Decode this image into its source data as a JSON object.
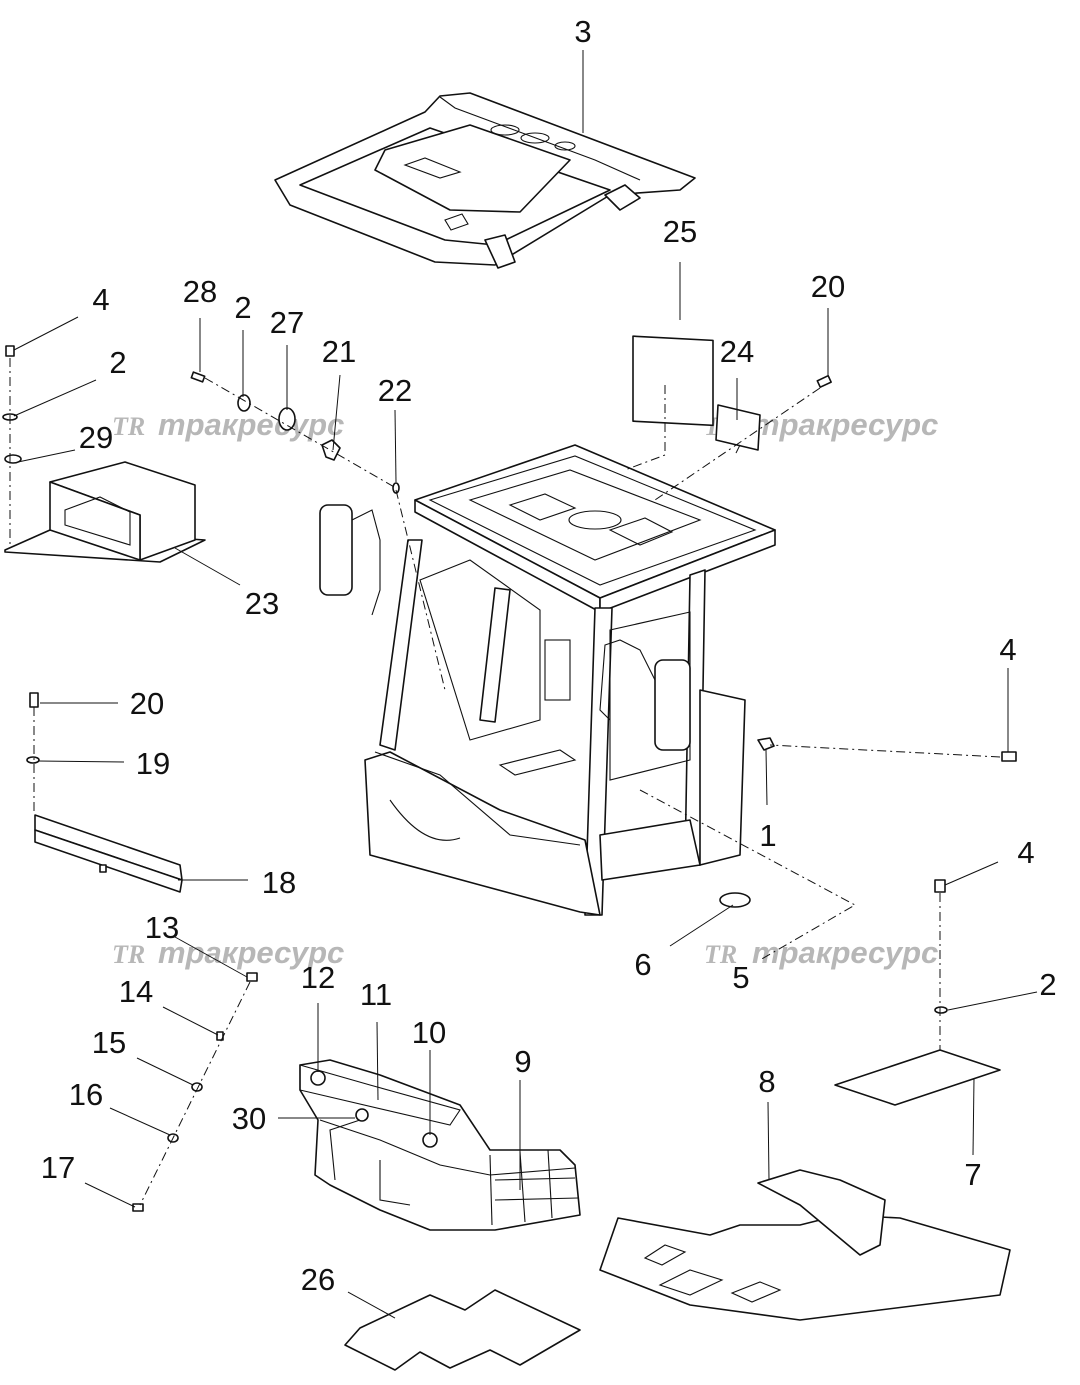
{
  "watermark": {
    "logo_text": "TR",
    "brand_text": "тракресурс",
    "color": "#b7b7b7"
  },
  "callouts": [
    {
      "id": "3",
      "text": "3"
    },
    {
      "id": "25",
      "text": "25"
    },
    {
      "id": "20a",
      "text": "20"
    },
    {
      "id": "24",
      "text": "24"
    },
    {
      "id": "4a",
      "text": "4"
    },
    {
      "id": "28",
      "text": "28"
    },
    {
      "id": "2a",
      "text": "2"
    },
    {
      "id": "27",
      "text": "27"
    },
    {
      "id": "21",
      "text": "21"
    },
    {
      "id": "2b",
      "text": "2"
    },
    {
      "id": "22",
      "text": "22"
    },
    {
      "id": "29",
      "text": "29"
    },
    {
      "id": "23",
      "text": "23"
    },
    {
      "id": "20b",
      "text": "20"
    },
    {
      "id": "19",
      "text": "19"
    },
    {
      "id": "4b",
      "text": "4"
    },
    {
      "id": "1",
      "text": "1"
    },
    {
      "id": "18",
      "text": "18"
    },
    {
      "id": "4c",
      "text": "4"
    },
    {
      "id": "13",
      "text": "13"
    },
    {
      "id": "6",
      "text": "6"
    },
    {
      "id": "5",
      "text": "5"
    },
    {
      "id": "12",
      "text": "12"
    },
    {
      "id": "11",
      "text": "11"
    },
    {
      "id": "14",
      "text": "14"
    },
    {
      "id": "2c",
      "text": "2"
    },
    {
      "id": "10",
      "text": "10"
    },
    {
      "id": "9",
      "text": "9"
    },
    {
      "id": "15",
      "text": "15"
    },
    {
      "id": "8",
      "text": "8"
    },
    {
      "id": "16",
      "text": "16"
    },
    {
      "id": "30",
      "text": "30"
    },
    {
      "id": "7",
      "text": "7"
    },
    {
      "id": "17",
      "text": "17"
    },
    {
      "id": "26",
      "text": "26"
    }
  ]
}
